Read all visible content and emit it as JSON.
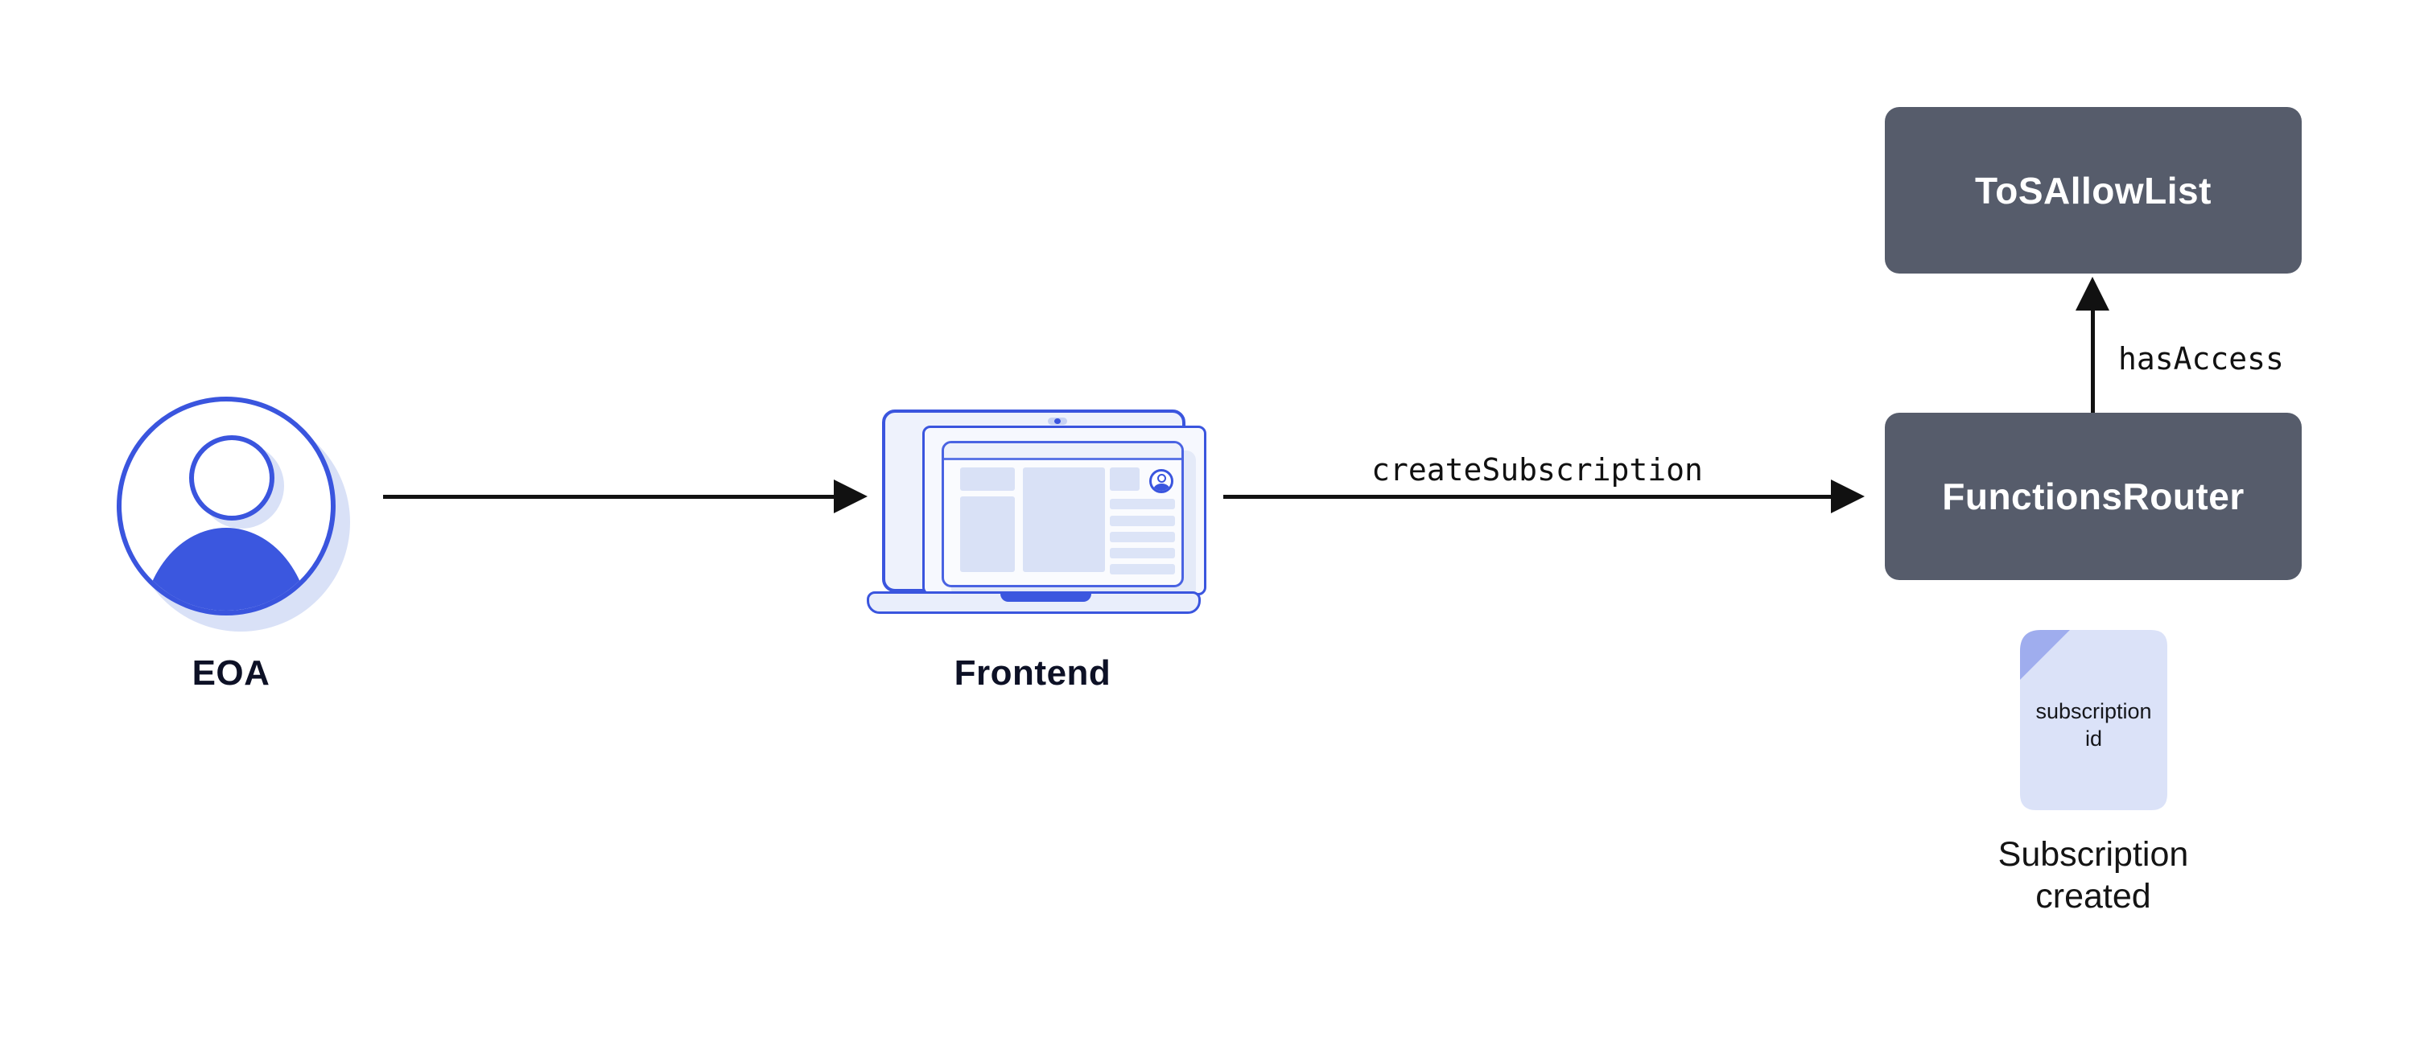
{
  "diagram": {
    "nodes": {
      "eoa": {
        "label": "EOA"
      },
      "frontend": {
        "label": "Frontend"
      },
      "tos_allow_list": {
        "label": "ToSAllowList"
      },
      "functions_router": {
        "label": "FunctionsRouter"
      },
      "subscription_doc": {
        "line1": "subscription",
        "line2": "id"
      },
      "subscription_created": {
        "line1": "Subscription",
        "line2": "created"
      }
    },
    "edges": {
      "frontend_to_router": {
        "label": "createSubscription"
      },
      "router_to_tos": {
        "label": "hasAccess"
      }
    },
    "colors": {
      "box_fill": "#565c6b",
      "box_text": "#ffffff",
      "stroke_blue": "#3a55de",
      "fill_blue": "#3b57df",
      "pale_blue": "#d9e1f7",
      "doc_fill": "#dbe2f8",
      "doc_fold": "#9fadee",
      "label_dark": "#0d1126",
      "arrow_black": "#111111",
      "background": "#ffffff"
    }
  }
}
